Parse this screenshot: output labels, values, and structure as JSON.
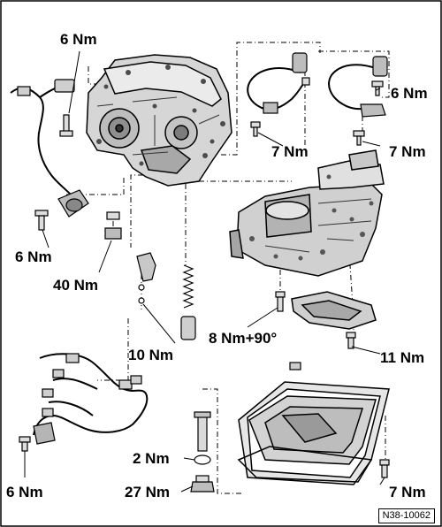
{
  "diagram": {
    "torque_labels": [
      {
        "id": "t1",
        "text": "6 Nm"
      },
      {
        "id": "t2",
        "text": "6 Nm"
      },
      {
        "id": "t3",
        "text": "7 Nm"
      },
      {
        "id": "t4",
        "text": "7 Nm"
      },
      {
        "id": "t5",
        "text": "6 Nm"
      },
      {
        "id": "t6",
        "text": "40 Nm"
      },
      {
        "id": "t7",
        "text": "10 Nm"
      },
      {
        "id": "t8",
        "text": "8 Nm+90°"
      },
      {
        "id": "t9",
        "text": "11 Nm"
      },
      {
        "id": "t10",
        "text": "2 Nm"
      },
      {
        "id": "t11",
        "text": "27 Nm"
      },
      {
        "id": "t12",
        "text": "6 Nm"
      },
      {
        "id": "t13",
        "text": "7 Nm"
      }
    ],
    "reference_code": "N38-10062"
  },
  "colors": {
    "ink": "#000000",
    "paper": "#ffffff",
    "shade": "#c8c8c8",
    "dark": "#555555"
  }
}
